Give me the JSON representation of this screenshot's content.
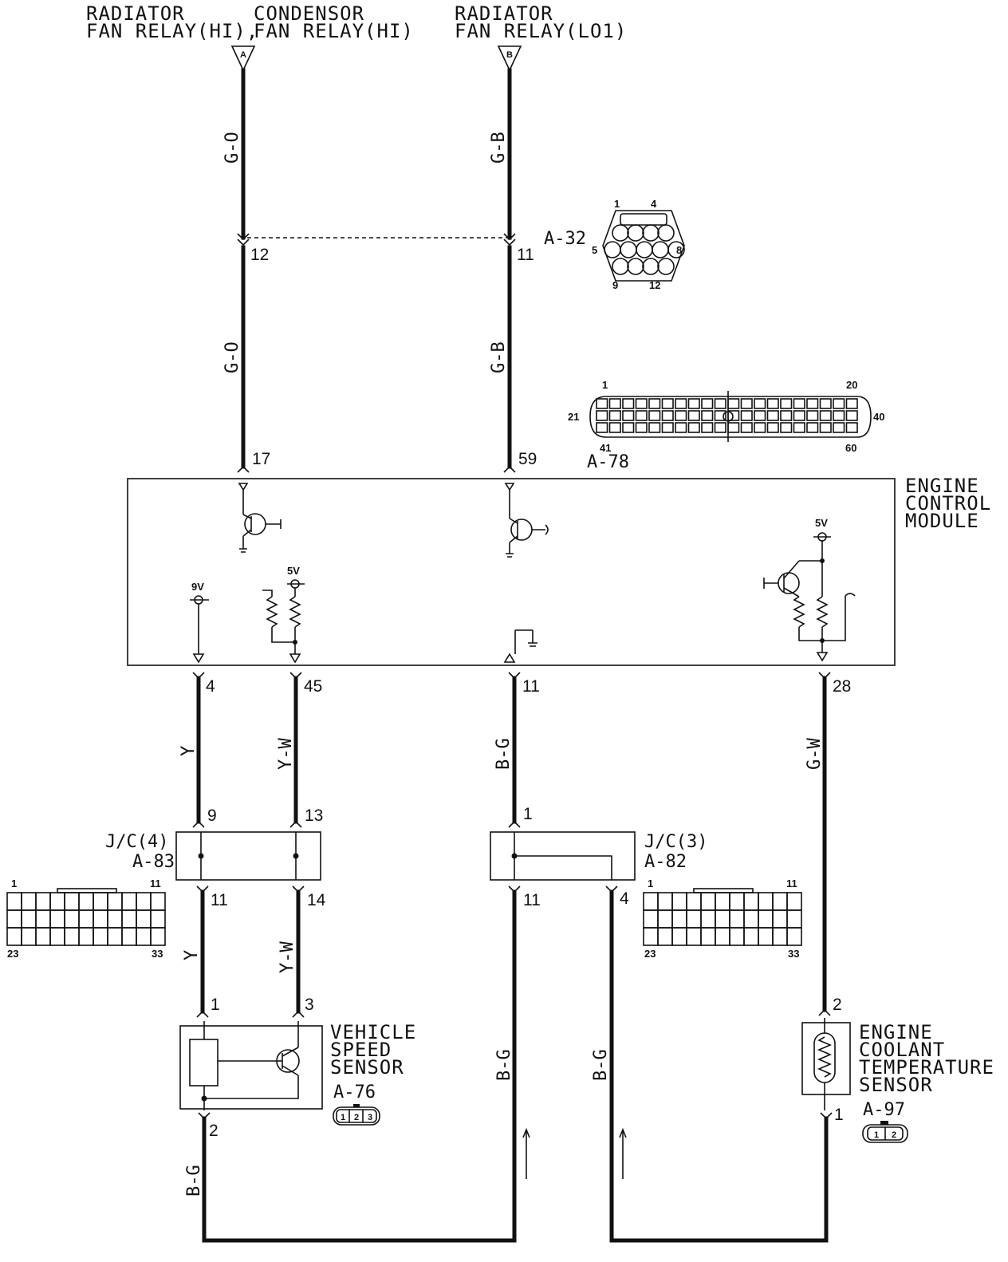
{
  "top_labels": {
    "radiator_hi_line1": "RADIATOR",
    "radiator_hi_line2": "FAN RELAY(HI),",
    "condensor_line1": "CONDENSOR",
    "condensor_line2": "FAN RELAY(HI)",
    "radiator_lo_line1": "RADIATOR",
    "radiator_lo_line2": "FAN RELAY(LO1)",
    "flag_a": "A",
    "flag_b": "B"
  },
  "wires": {
    "g_o_upper": "G-O",
    "g_o_lower": "G-O",
    "g_b_upper": "G-B",
    "g_b_lower": "G-B",
    "y_upper": "Y",
    "y_w_upper": "Y-W",
    "b_g_ecm": "B-G",
    "g_w": "G-W",
    "y_lower": "Y",
    "y_w_lower": "Y-W",
    "b_g_vss": "B-G",
    "b_g_mid_left": "B-G",
    "b_g_mid_right": "B-G"
  },
  "pins": {
    "p12": "12",
    "p11_top": "11",
    "p17": "17",
    "p59": "59",
    "p4": "4",
    "p45": "45",
    "p11_ecm": "11",
    "p28": "28",
    "p9": "9",
    "p13": "13",
    "p1_jc3": "1",
    "p11_jc4": "11",
    "p14": "14",
    "p11_jc3": "11",
    "p4_jc3": "4",
    "p1_vss": "1",
    "p3_vss": "3",
    "p2_vss": "2",
    "p2_ect": "2",
    "p1_ect": "1"
  },
  "connectors": {
    "a32": {
      "name": "A-32",
      "n1": "1",
      "n4": "4",
      "n5": "5",
      "n8": "8",
      "n9": "9",
      "n12": "12"
    },
    "a78": {
      "name": "A-78",
      "n1": "1",
      "n20": "20",
      "n21": "21",
      "n40": "40",
      "n41": "41",
      "n60": "60"
    },
    "a83": {
      "line1": "J/C(4)",
      "line2": "A-83",
      "n1": "1",
      "n11": "11",
      "n23": "23",
      "n33": "33"
    },
    "a82": {
      "line1": "J/C(3)",
      "line2": "A-82",
      "n1": "1",
      "n11": "11",
      "n23": "23",
      "n33": "33"
    },
    "a76": {
      "name": "A-76",
      "pins": [
        "1",
        "2",
        "3"
      ]
    },
    "a97": {
      "name": "A-97",
      "pins": [
        "1",
        "2"
      ]
    }
  },
  "ecm": {
    "line1": "ENGINE",
    "line2": "CONTROL",
    "line3": "MODULE",
    "v9": "9V",
    "v5_left": "5V",
    "v5_right": "5V"
  },
  "components": {
    "vss_line1": "VEHICLE",
    "vss_line2": "SPEED",
    "vss_line3": "SENSOR",
    "ect_line1": "ENGINE",
    "ect_line2": "COOLANT",
    "ect_line3": "TEMPERATURE",
    "ect_line4": "SENSOR"
  }
}
